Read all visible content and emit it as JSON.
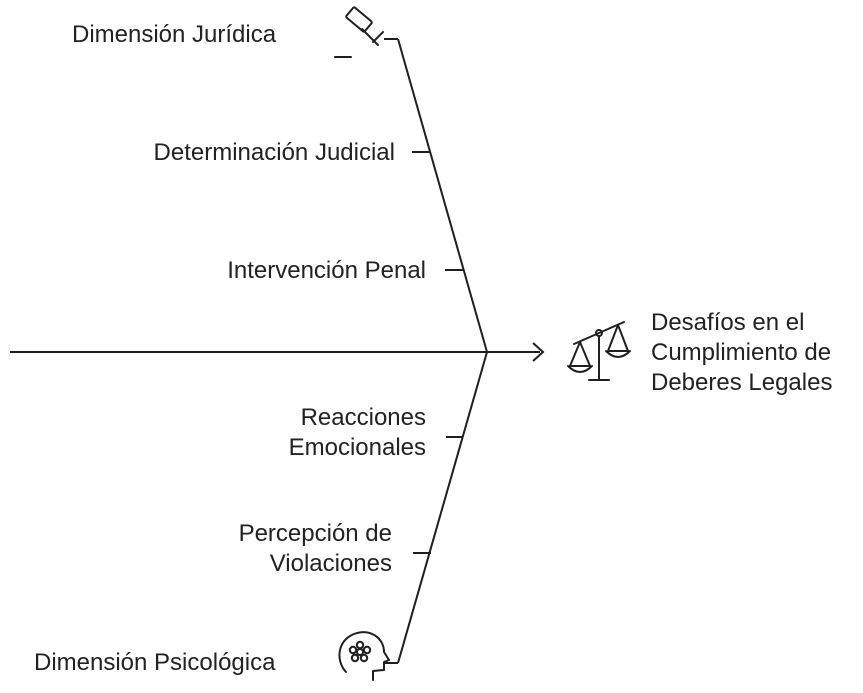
{
  "top_branch": {
    "category": "Dimensión Jurídica",
    "icon": "gavel-icon",
    "causes": [
      "Determinación Judicial",
      "Intervención Penal"
    ]
  },
  "bottom_branch": {
    "category": "Dimensión Psicológica",
    "icon": "head-flower-icon",
    "causes": [
      {
        "line1": "Reacciones",
        "line2": "Emocionales"
      },
      {
        "line1": "Percepción de",
        "line2": "Violaciones"
      }
    ]
  },
  "effect": {
    "icon": "scales-icon",
    "line1": "Desafíos en el",
    "line2": "Cumplimiento de",
    "line3": "Deberes Legales"
  }
}
